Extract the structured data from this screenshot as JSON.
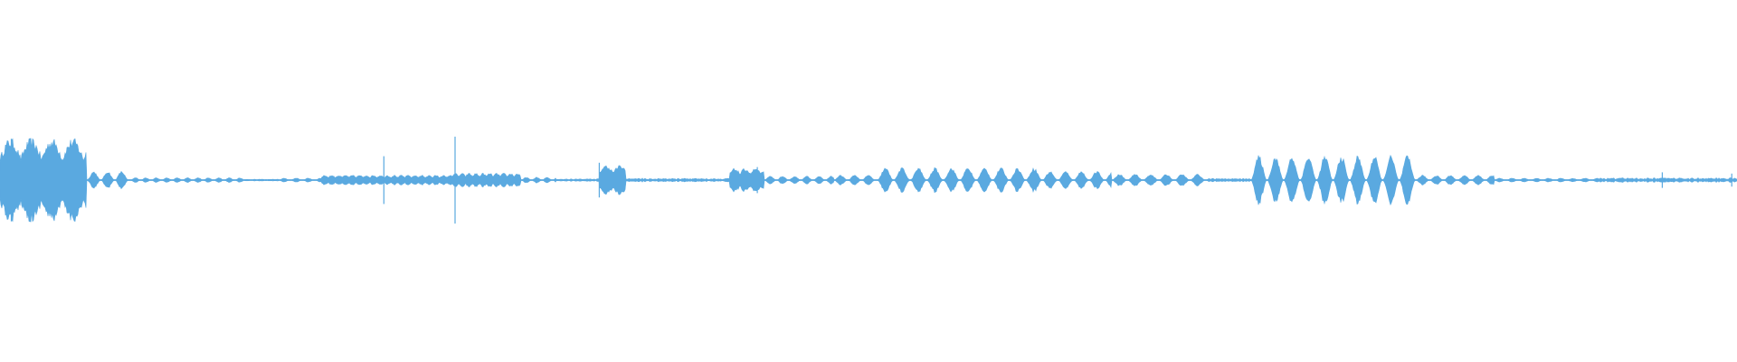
{
  "waveform": {
    "color": "#5aa9e0",
    "background": "#ffffff",
    "description_note": "",
    "segments": [
      {
        "start": 0.0,
        "end": 0.05,
        "level": 0.85,
        "pulse": 0.012,
        "style": "dense"
      },
      {
        "start": 0.05,
        "end": 0.075,
        "level": 0.18,
        "pulse": 0.008,
        "style": "bursts"
      },
      {
        "start": 0.075,
        "end": 0.14,
        "level": 0.05,
        "pulse": 0.006,
        "style": "bursts"
      },
      {
        "start": 0.14,
        "end": 0.16,
        "level": 0.02,
        "pulse": 0.006,
        "style": "noise"
      },
      {
        "start": 0.16,
        "end": 0.185,
        "level": 0.04,
        "pulse": 0.007,
        "style": "bursts"
      },
      {
        "start": 0.185,
        "end": 0.26,
        "level": 0.1,
        "pulse": 0.004,
        "style": "dense"
      },
      {
        "start": 0.26,
        "end": 0.3,
        "level": 0.14,
        "pulse": 0.004,
        "style": "dense"
      },
      {
        "start": 0.3,
        "end": 0.32,
        "level": 0.06,
        "pulse": 0.006,
        "style": "bursts"
      },
      {
        "start": 0.32,
        "end": 0.345,
        "level": 0.03,
        "pulse": 0.006,
        "style": "noise"
      },
      {
        "start": 0.345,
        "end": 0.36,
        "level": 0.3,
        "pulse": 0.008,
        "style": "dense"
      },
      {
        "start": 0.36,
        "end": 0.42,
        "level": 0.04,
        "pulse": 0.006,
        "style": "noise"
      },
      {
        "start": 0.42,
        "end": 0.44,
        "level": 0.24,
        "pulse": 0.006,
        "style": "dense"
      },
      {
        "start": 0.44,
        "end": 0.48,
        "level": 0.08,
        "pulse": 0.007,
        "style": "bursts"
      },
      {
        "start": 0.48,
        "end": 0.505,
        "level": 0.1,
        "pulse": 0.008,
        "style": "bursts"
      },
      {
        "start": 0.505,
        "end": 0.6,
        "level": 0.25,
        "pulse": 0.0095,
        "style": "bursts"
      },
      {
        "start": 0.6,
        "end": 0.64,
        "level": 0.18,
        "pulse": 0.009,
        "style": "bursts"
      },
      {
        "start": 0.64,
        "end": 0.695,
        "level": 0.12,
        "pulse": 0.009,
        "style": "bursts"
      },
      {
        "start": 0.695,
        "end": 0.72,
        "level": 0.04,
        "pulse": 0.006,
        "style": "noise"
      },
      {
        "start": 0.72,
        "end": 0.815,
        "level": 0.5,
        "pulse": 0.0095,
        "style": "bursts"
      },
      {
        "start": 0.815,
        "end": 0.86,
        "level": 0.1,
        "pulse": 0.008,
        "style": "bursts"
      },
      {
        "start": 0.86,
        "end": 0.92,
        "level": 0.04,
        "pulse": 0.007,
        "style": "bursts"
      },
      {
        "start": 0.92,
        "end": 1.0,
        "level": 0.05,
        "pulse": 0.006,
        "style": "noise"
      }
    ],
    "spikes": [
      {
        "pos": 0.0065,
        "level": 0.95
      },
      {
        "pos": 0.221,
        "level": 0.55
      },
      {
        "pos": 0.262,
        "level": 1.0
      },
      {
        "pos": 0.345,
        "level": 0.4
      },
      {
        "pos": 0.436,
        "level": 0.3
      },
      {
        "pos": 0.957,
        "level": 0.18
      },
      {
        "pos": 0.997,
        "level": 0.15
      }
    ]
  }
}
